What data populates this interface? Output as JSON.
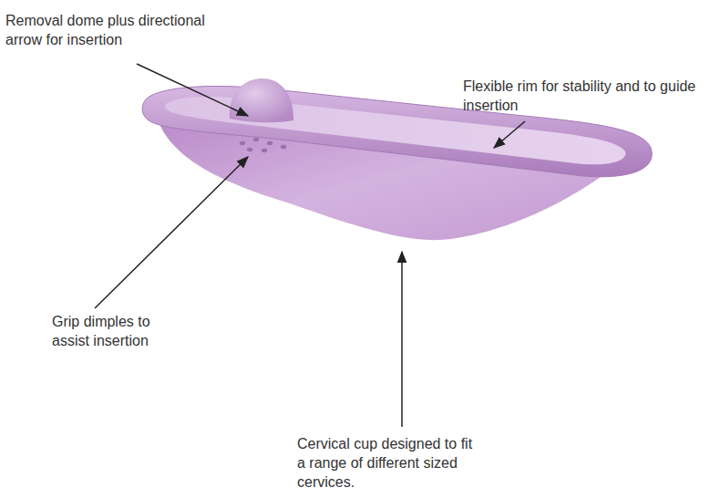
{
  "diagram": {
    "labels": [
      "Removal dome plus directional arrow for insertion",
      "Flexible rim for stability and to guide insertion",
      "Grip dimples to assist insertion",
      "Cervical cup designed to fit a range of different sized cervices."
    ]
  }
}
